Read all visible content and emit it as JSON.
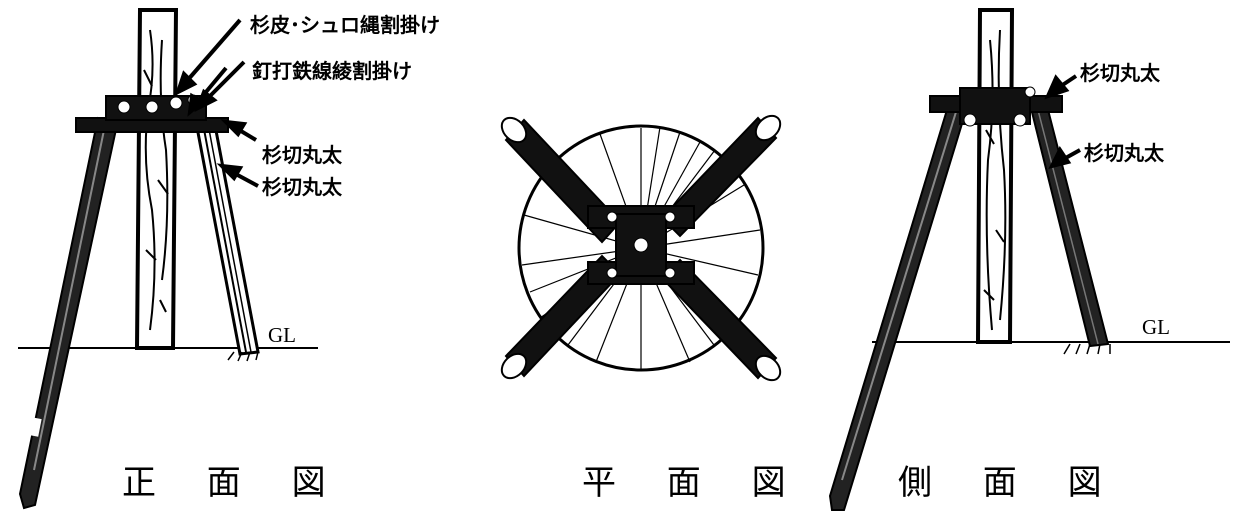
{
  "figure": {
    "front_view": {
      "caption": "正 面 図",
      "label_bark_rope": "杉皮･シュロ縄割掛け",
      "label_nail_wire": "釘打鉄線綾割掛け",
      "label_cross_log": "杉切丸太",
      "label_strut_log": "杉切丸太",
      "ground_label": "GL"
    },
    "plan_view": {
      "caption": "平 面 図"
    },
    "side_view": {
      "caption": "側 面 図",
      "label_cross_log": "杉切丸太",
      "label_strut_log": "杉切丸太",
      "ground_label": "GL"
    }
  }
}
